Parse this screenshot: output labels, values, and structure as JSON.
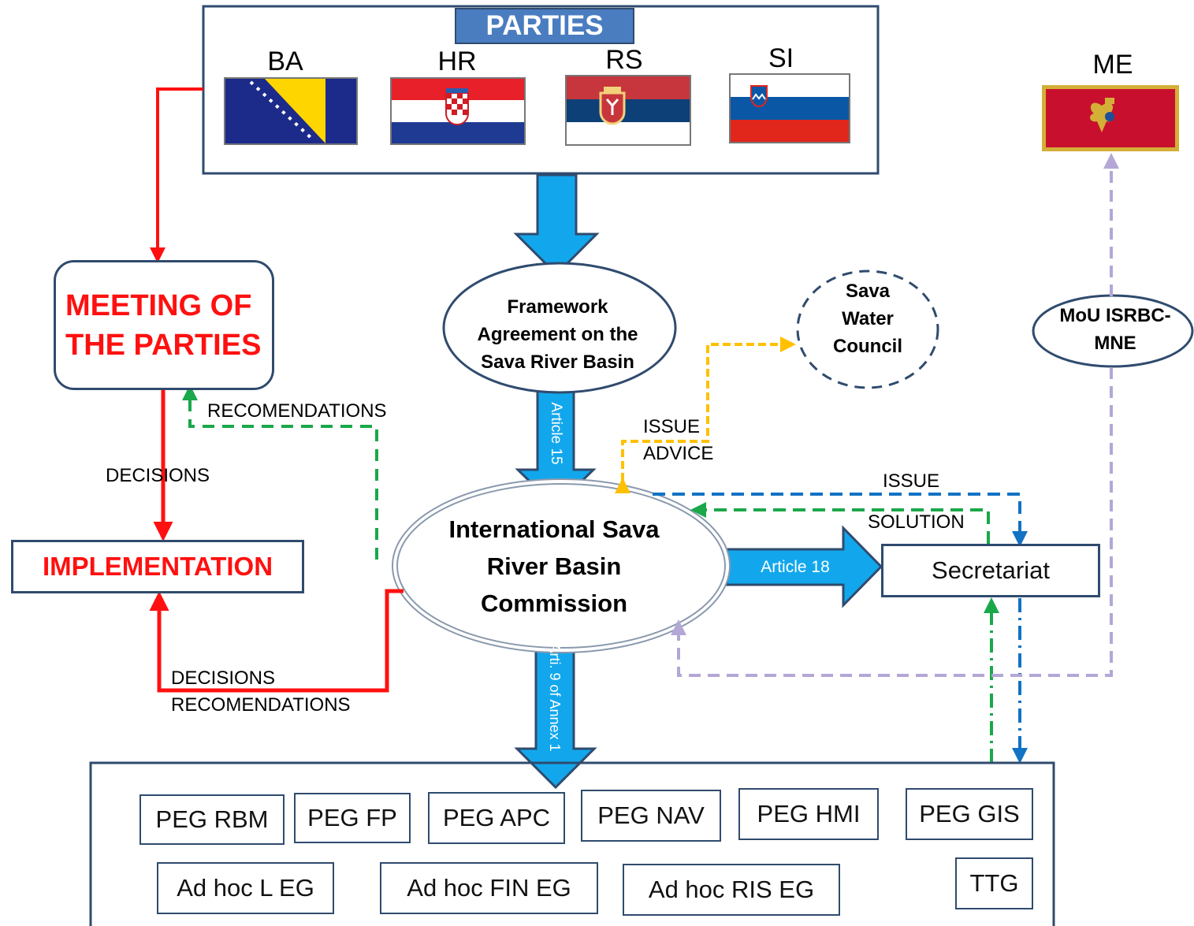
{
  "parties": {
    "header": "PARTIES",
    "codes": [
      "BA",
      "HR",
      "RS",
      "SI"
    ]
  },
  "observer": {
    "code": "ME"
  },
  "nodes": {
    "meeting": "MEETING OF THE PARTIES",
    "implementation": "IMPLEMENTATION",
    "framework": "Framework Agreement on the Sava River Basin",
    "commission": "International Sava River Basin Commission",
    "secretariat": "Secretariat",
    "council": "Sava Water Council",
    "mou": "MoU ISRBC- MNE"
  },
  "arrow_labels": {
    "article15": "Article 15",
    "article18": "Article 18",
    "article9": "Arti. 9 of Annex 1"
  },
  "edge_labels": {
    "recomendations": "RECOMENDATIONS",
    "decisions": "DECISIONS",
    "decisions2": "DECISIONS",
    "recomendations2": "RECOMENDATIONS",
    "issue_advice_1": "ISSUE",
    "issue_advice_2": "ADVICE",
    "issue": "ISSUE",
    "solution": "SOLUTION"
  },
  "groups": {
    "row1": [
      "PEG RBM",
      "PEG FP",
      "PEG APC",
      "PEG NAV",
      "PEG HMI",
      "PEG GIS"
    ],
    "row2": [
      "Ad hoc L EG",
      "Ad hoc FIN EG",
      "Ad hoc RIS EG",
      "TTG"
    ]
  },
  "colors": {
    "frame": "#2f4b6e",
    "red": "#ff1010",
    "blue_arrow": "#12a7ec",
    "green": "#1aa84a",
    "yellow": "#ffc000",
    "dash_blue": "#1272c4",
    "lavender": "#b4a7d6"
  }
}
